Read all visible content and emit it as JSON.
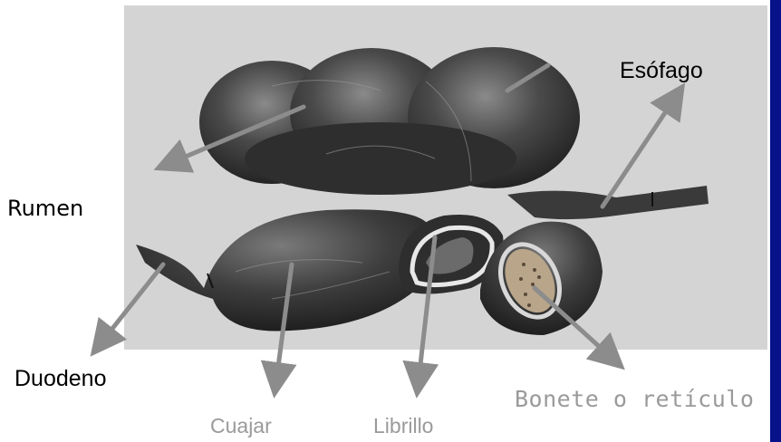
{
  "labels": {
    "esofago": "Esófago",
    "rumen": "Rumen",
    "duodeno": "Duodeno",
    "cuajar": "Cuajar",
    "librillo": "Librillo",
    "bonete": "Bonete o retículo"
  },
  "colors": {
    "background_panel": "#d4d4d4",
    "organ": "#3a3a3a",
    "arrow": "#8c8c8c",
    "label_dark": "#000000",
    "label_light": "#9a9a9a",
    "side_bar": "#07118a"
  }
}
